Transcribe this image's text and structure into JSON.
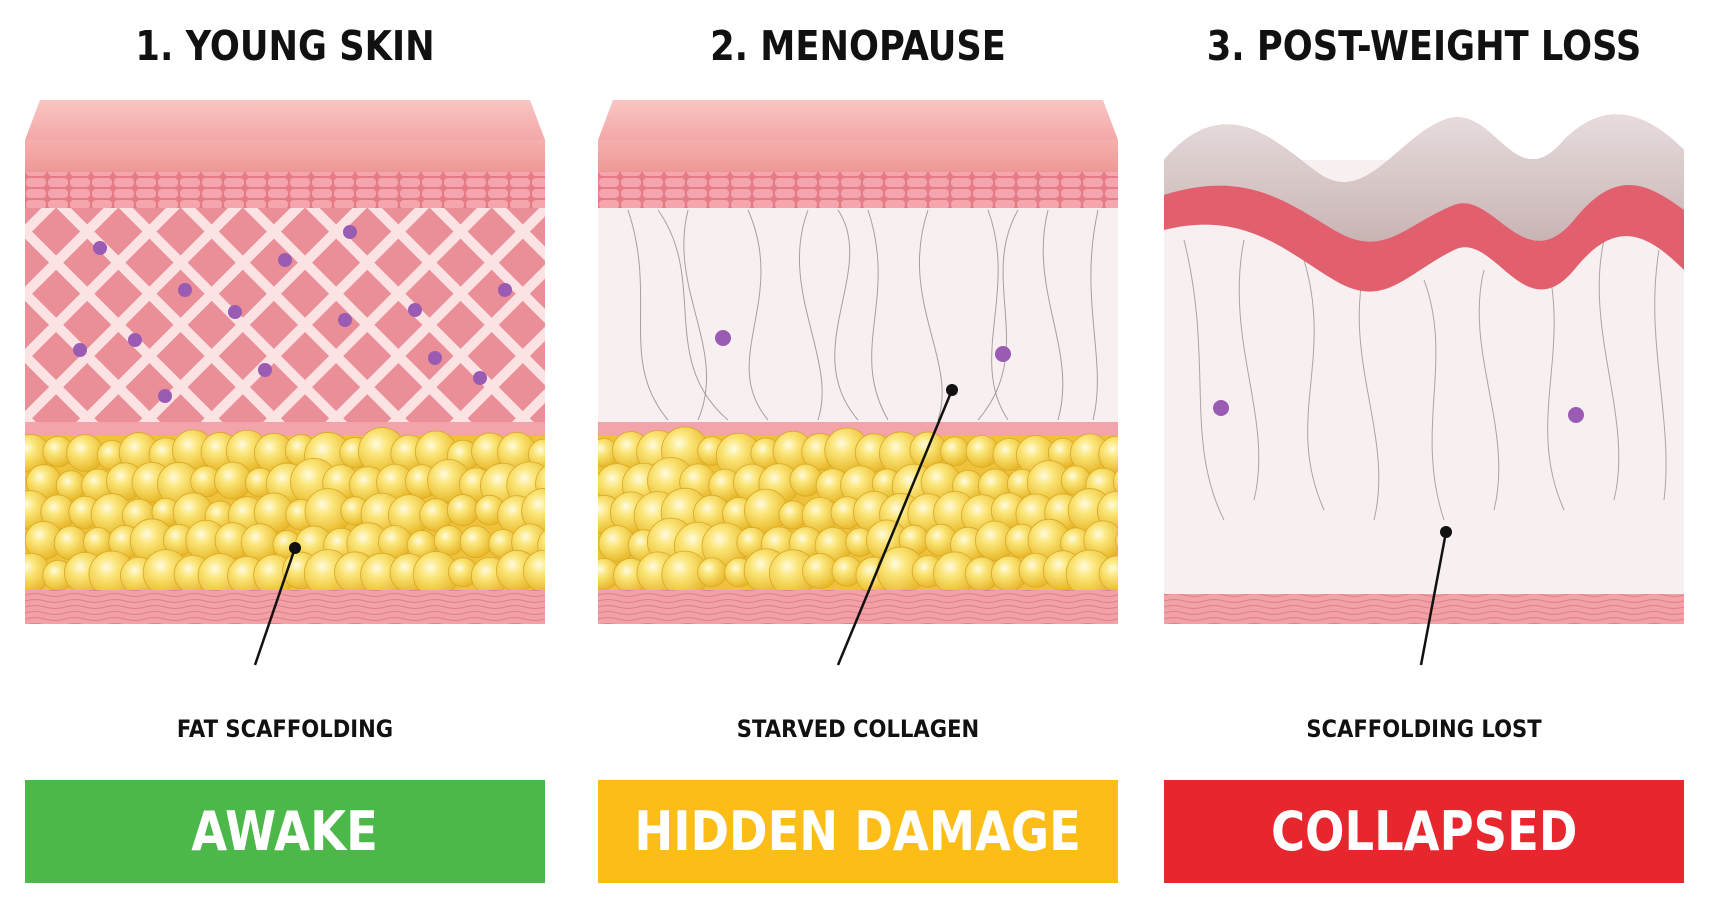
{
  "colors": {
    "awake": "#4cb849",
    "hidden_damage": "#fbbd16",
    "collapsed": "#e8262d",
    "epidermis": "#f2a9a8",
    "dermis_healthy": "#ec9aa1",
    "dermis_depleted": "#f7eeee",
    "fat": "#f7d64b",
    "fibroblast": "#9a5bb3"
  },
  "panels": [
    {
      "title": "1. YOUNG SKIN",
      "callout": "FAT SCAFFOLDING",
      "status": "AWAKE"
    },
    {
      "title": "2. MENOPAUSE",
      "callout": "STARVED COLLAGEN",
      "status": "HIDDEN DAMAGE"
    },
    {
      "title": "3. POST-WEIGHT LOSS",
      "callout": "SCAFFOLDING LOST",
      "status": "COLLAPSED"
    }
  ]
}
